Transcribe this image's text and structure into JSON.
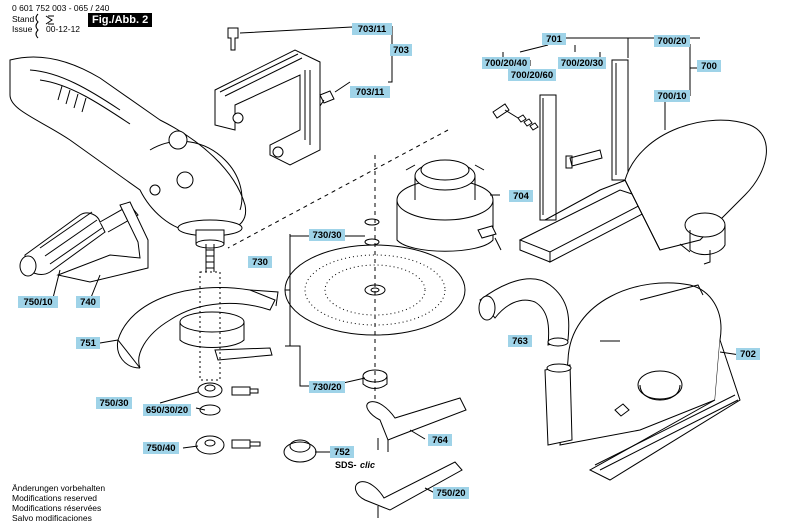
{
  "header": {
    "doc_number": "0 601 752 003 - 065 / 240",
    "stand_label": "Stand",
    "issue_label": "Issue",
    "issue_date": "00-12-12",
    "figure_label": "Fig./Abb. 2"
  },
  "footer": {
    "lines": [
      "Änderungen vorbehalten",
      "Modifications reserved",
      "Modifications réservées",
      "Salvo modificaciones"
    ]
  },
  "parts": {
    "p703_11a": "703/11",
    "p703": "703",
    "p703_11b": "703/11",
    "p701": "701",
    "p700_20_40": "700/20/40",
    "p700_20_60": "700/20/60",
    "p700_20_30": "700/20/30",
    "p700_20": "700/20",
    "p700": "700",
    "p700_10": "700/10",
    "p704": "704",
    "p730_30": "730/30",
    "p730": "730",
    "p750_10": "750/10",
    "p740": "740",
    "p751": "751",
    "p763": "763",
    "p702": "702",
    "p730_20": "730/20",
    "p750_30": "750/30",
    "p650_30_20": "650/30/20",
    "p764": "764",
    "p750_40": "750/40",
    "p752": "752",
    "p750_20": "750/20"
  },
  "brand": {
    "sds": "SDS-",
    "clic": "clic"
  },
  "colors": {
    "label_fill": "#9fd3e8",
    "line": "#000000"
  }
}
